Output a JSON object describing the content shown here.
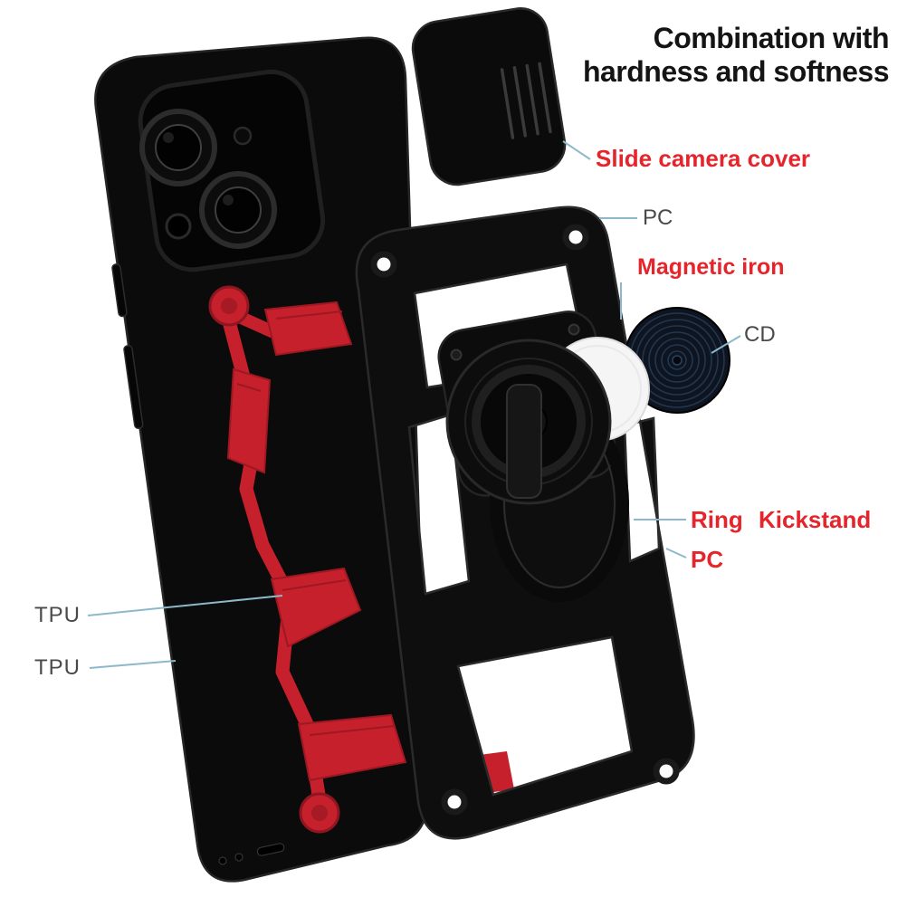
{
  "title": {
    "line1": "Combination with",
    "line2": "hardness and softness"
  },
  "callouts": {
    "slide_camera_cover": "Slide camera cover",
    "pc_top": "PC",
    "magnetic_iron": "Magnetic iron",
    "cd": "CD",
    "ring_kickstand": "Ring Kickstand",
    "pc_bottom": "PC",
    "tpu_top": "TPU",
    "tpu_bottom": "TPU"
  },
  "colors": {
    "background": "#ffffff",
    "accent_red": "#e5242b",
    "label_gray": "#4a4a4a",
    "title_black": "#141414",
    "leader_line": "#8cb8ca",
    "case_black": "#0b0b0b",
    "skeleton_red": "#c6202c",
    "cd_navy": "#0e1520",
    "magnet_white": "#f5f5f5"
  }
}
